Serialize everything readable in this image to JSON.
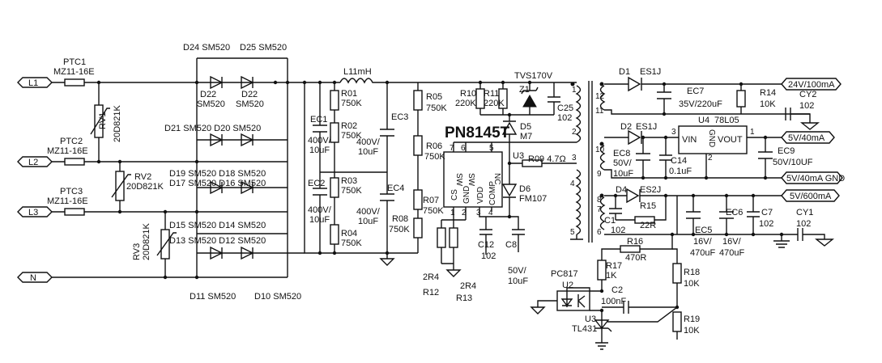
{
  "ports": {
    "L1": "L1",
    "L2": "L2",
    "L3": "L3",
    "N": "N",
    "out_24v": "24V/100mA",
    "out_5v40": "5V/40mA",
    "out_5vgnd": "5V/40mA GND",
    "out_5v600": "5V/600mA"
  },
  "input": {
    "ptc1": "PTC1",
    "ptc1_val": "MZ11-16E",
    "ptc2": "PTC2",
    "ptc2_val": "MZ11-16E",
    "ptc3": "PTC3",
    "ptc3_val": "MZ11-16E",
    "rv1": "RV1",
    "rv1_val": "20D821K",
    "rv2": "RV2",
    "rv2_val": "20D821K",
    "rv3": "RV3",
    "rv3_val": "20D821K"
  },
  "bridge": {
    "d24": "D24 SM520",
    "d25": "D25 SM520",
    "d22": "D22",
    "d22_val": "SM520",
    "d23": "D22",
    "d23_val": "SM520",
    "d21_d20": "D21 SM520 D20 SM520",
    "d19_d18": "D19 SM520 D18 SM520",
    "d17_d16": "D17 SM520 D16 SM520",
    "d15_d14": "D15 SM520 D14 SM520",
    "d13_d12": "D13 SM520 D12 SM520",
    "d11": "D11 SM520",
    "d10": "D10 SM520"
  },
  "filter": {
    "l1": "L11mH",
    "ec1": "EC1",
    "ec1_v1": "400V/",
    "ec1_v2": "10uF",
    "ec2": "EC2",
    "ec2_v1": "400V/",
    "ec2_v2": "10uF",
    "ec3": "EC3",
    "ec3_v1": "400V/",
    "ec3_v2": "10uF",
    "ec4": "EC4",
    "ec4_v1": "400V/",
    "ec4_v2": "10uF",
    "r01": "R01",
    "r01_val": "750K",
    "r02": "R02",
    "r02_val": "750K",
    "r03": "R03",
    "r03_val": "750K",
    "r04": "R04",
    "r04_val": "750K",
    "r05": "R05",
    "r05_val": "750K",
    "r06": "R06",
    "r06_val": "750K",
    "r07": "R07",
    "r07_val": "750K",
    "r08": "R08",
    "r08_val": "750K"
  },
  "controller": {
    "ic": "PN8145T",
    "r10": "R10",
    "r10_val": "220K",
    "r11": "R11",
    "r11_val": "220K",
    "tvs": "TVS170V",
    "z1": "Z1",
    "c25": "C25",
    "c25_val": "102",
    "d5": "D5",
    "d5_val": "M7",
    "u3": "U3",
    "r09": "R09 4.7Ω",
    "pin_sw1": "SW",
    "pin_sw2": "SW",
    "pin_nc": "NC",
    "pin_cs": "CS",
    "pin_gnd": "GND",
    "pin_vdd": "VDD",
    "pin_comp": "COMP",
    "p7": "7",
    "p6": "6",
    "p5": "5",
    "p1": "1",
    "p2": "2",
    "p3": "3",
    "p4": "4",
    "d6": "D6",
    "d6_val": "FM107",
    "c12": "C12",
    "c12_val": "102",
    "c8": "C8",
    "c8_v1": "50V/",
    "c8_v2": "10uF",
    "r12": "R12",
    "r12_val": "2R4",
    "r13": "R13",
    "r13_val": "2R4"
  },
  "transformer": {
    "t1": "1",
    "t2": "2",
    "t3": "3",
    "t4": "4",
    "t5": "5",
    "t6": "6",
    "t7": "7",
    "t8": "8",
    "t9": "9",
    "t10": "10",
    "t11": "11",
    "t12": "12"
  },
  "secondary": {
    "d1": "D1",
    "d1_val": "ES1J",
    "ec7": "EC7",
    "ec7_val": "35V/220uF",
    "r14": "R14",
    "r14_val": "10K",
    "cy2": "CY2",
    "cy2_val": "102",
    "d2": "D2",
    "d2_val": "ES1J",
    "u4": "U4",
    "u4_val": "78L05",
    "vin": "VIN",
    "gnd": "GND",
    "vout": "VOUT",
    "u4p1": "1",
    "u4p2": "2",
    "u4p3": "3",
    "ec8": "EC8",
    "ec8_v1": "50V/",
    "ec8_v2": "10uF",
    "c14": "C14",
    "c14_val": "0.1uF",
    "ec9": "EC9",
    "ec9_val": "50V/10UF",
    "d4": "D4",
    "d4_val": "ES2J",
    "r15": "R15",
    "r15_val": "22R",
    "c1": "C1",
    "c1_val": "102",
    "ec5": "EC5",
    "ec5_v1": "16V/",
    "ec5_v2": "470uF",
    "ec6": "EC6",
    "ec6_v1": "16V/",
    "ec6_v2": "470uF",
    "c7": "C7",
    "c7_val": "102",
    "cy1": "CY1",
    "cy1_val": "102"
  },
  "feedback": {
    "r16": "R16",
    "r16_val": "470R",
    "r17": "R17",
    "r17_val": "1K",
    "pc817": "PC817",
    "u2": "U2",
    "c2": "C2",
    "c2_val": "100nF",
    "u3": "U3",
    "u3_val": "TL431",
    "r18": "R18",
    "r18_val": "10K",
    "r19": "R19",
    "r19_val": "10K"
  }
}
